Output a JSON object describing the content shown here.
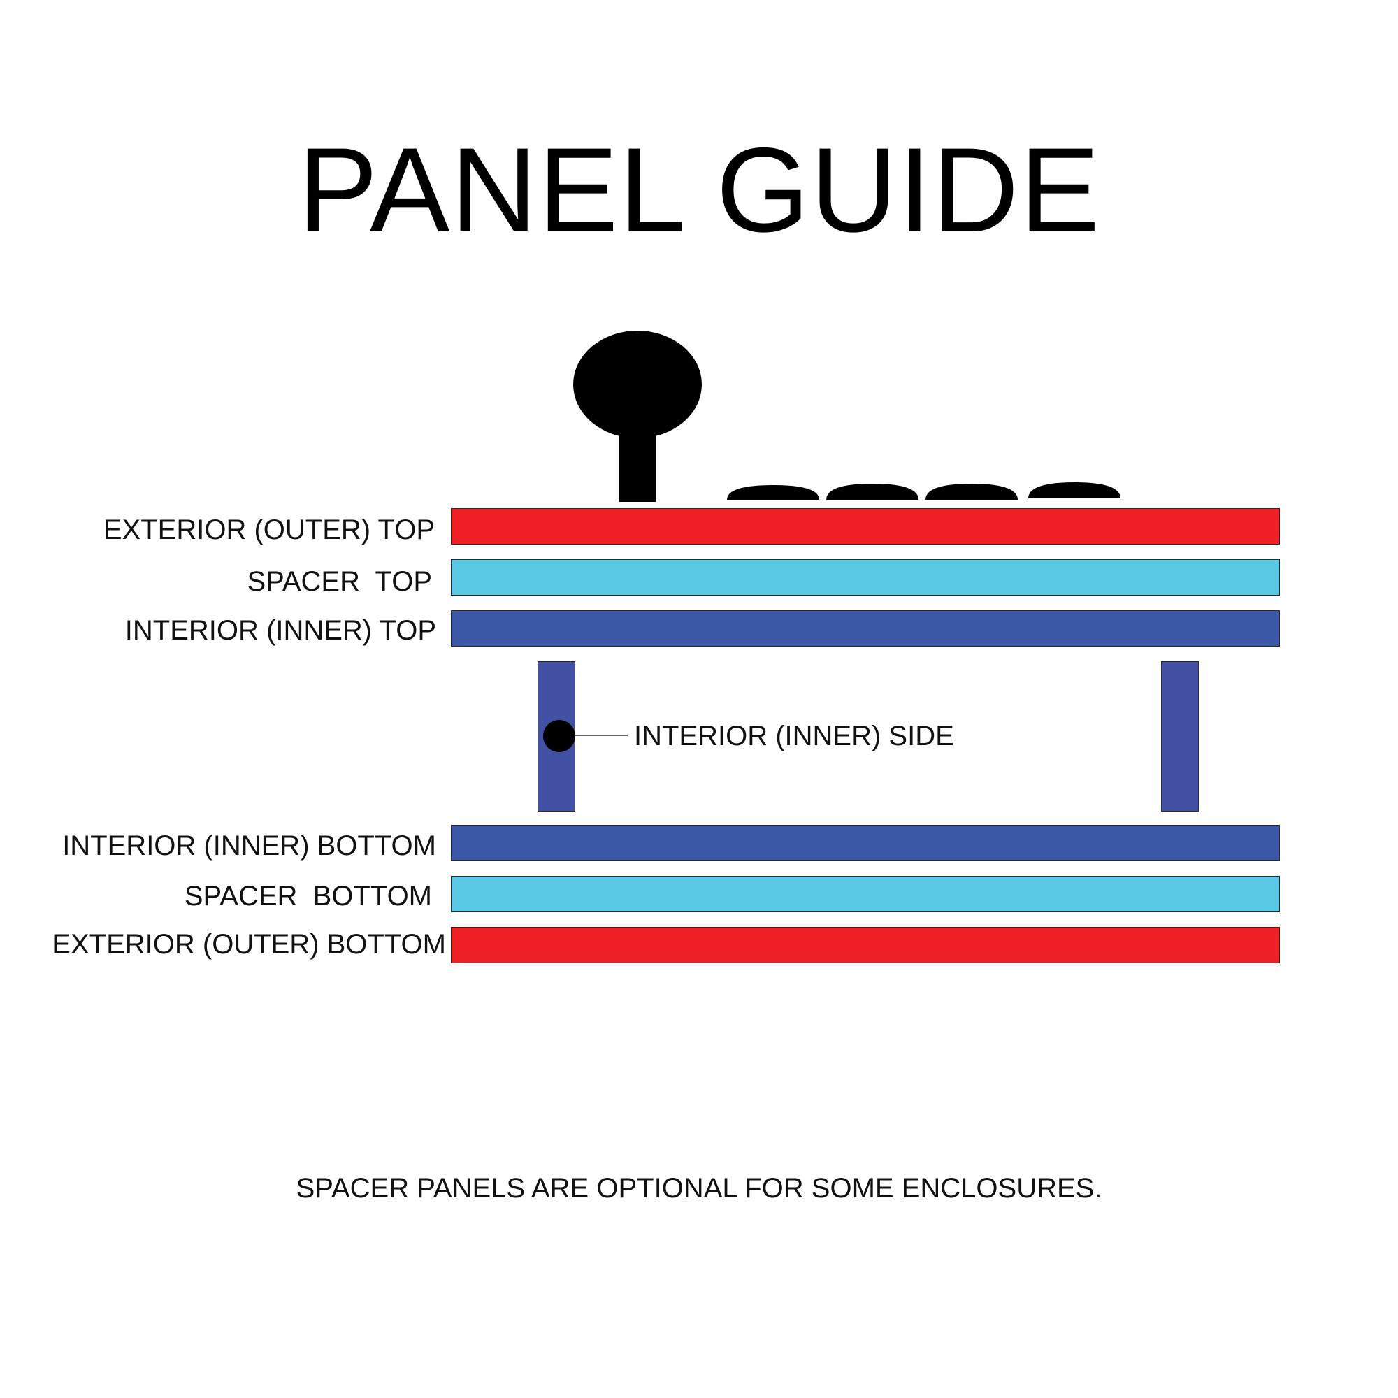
{
  "title": "PANEL GUIDE",
  "colors": {
    "exterior": "#ee2026",
    "spacer": "#58c8e5",
    "interior": "#3c57a5",
    "interior_side": "#4351a4",
    "hardware": "#000000"
  },
  "layers": [
    {
      "label": "EXTERIOR (OUTER) TOP",
      "kind": "exterior"
    },
    {
      "label": "SPACER  TOP",
      "kind": "spacer"
    },
    {
      "label": "INTERIOR (INNER) TOP",
      "kind": "interior"
    },
    {
      "label": "INTERIOR (INNER) BOTTOM",
      "kind": "interior"
    },
    {
      "label": "SPACER  BOTTOM",
      "kind": "spacer"
    },
    {
      "label": "EXTERIOR (OUTER) BOTTOM",
      "kind": "exterior"
    }
  ],
  "side_panel": {
    "label": "INTERIOR (INNER) SIDE"
  },
  "hardware": {
    "joystick": "joystick-icon",
    "buttons": "arcade-button-icon"
  },
  "footnote": "SPACER PANELS ARE OPTIONAL FOR SOME ENCLOSURES."
}
